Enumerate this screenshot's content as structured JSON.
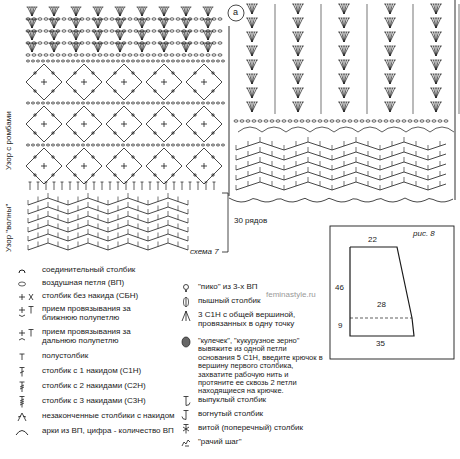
{
  "diagram": {
    "labels": [
      "Узор с ромбами",
      "Узор \"волны\"",
      "30 рядов",
      "схема 7",
      "а",
      "рис. 8",
      "22",
      "46",
      "28",
      "9",
      "35",
      "feminastyle.ru"
    ],
    "legend": [
      {
        "text": "соединительный столбик"
      },
      {
        "text": "воздушная петля (ВП)"
      },
      {
        "text": "столбик без накида (СБН)"
      },
      {
        "text": "прием провязывания за ближнюю полупетлю"
      },
      {
        "text": "прием провязывания за дальнюю полупетлю"
      },
      {
        "text": "полустолбик"
      },
      {
        "text": "столбик с 1 накидом (С1Н)"
      },
      {
        "text": "столбик с 2 накидами (С2Н)"
      },
      {
        "text": "столбик с 3 накидами (С3Н)"
      },
      {
        "text": "незаконченные столбики с накидом"
      },
      {
        "text": "арки из ВП, цифра - количество ВП"
      },
      {
        "text": "\"пико\" из 3-х ВП"
      },
      {
        "text": "пышный столбик"
      },
      {
        "text": "3 С1Н с общей вершиной, провязанных в одну точку"
      },
      {
        "text": "\"кулечек\", \"кукурузное зерно\" вывяжите из одной петли основания 5 С1Н, введите крючок в вершину первого столбика, захватите рабочую нить и протяните ее сквозь 2 петли находящиеся на крючке."
      },
      {
        "text": "выпуклый столбик"
      },
      {
        "text": "вогнутый столбик"
      },
      {
        "text": "витой (поперечный) столбик"
      },
      {
        "text": "\"рачий шаг\""
      }
    ]
  }
}
